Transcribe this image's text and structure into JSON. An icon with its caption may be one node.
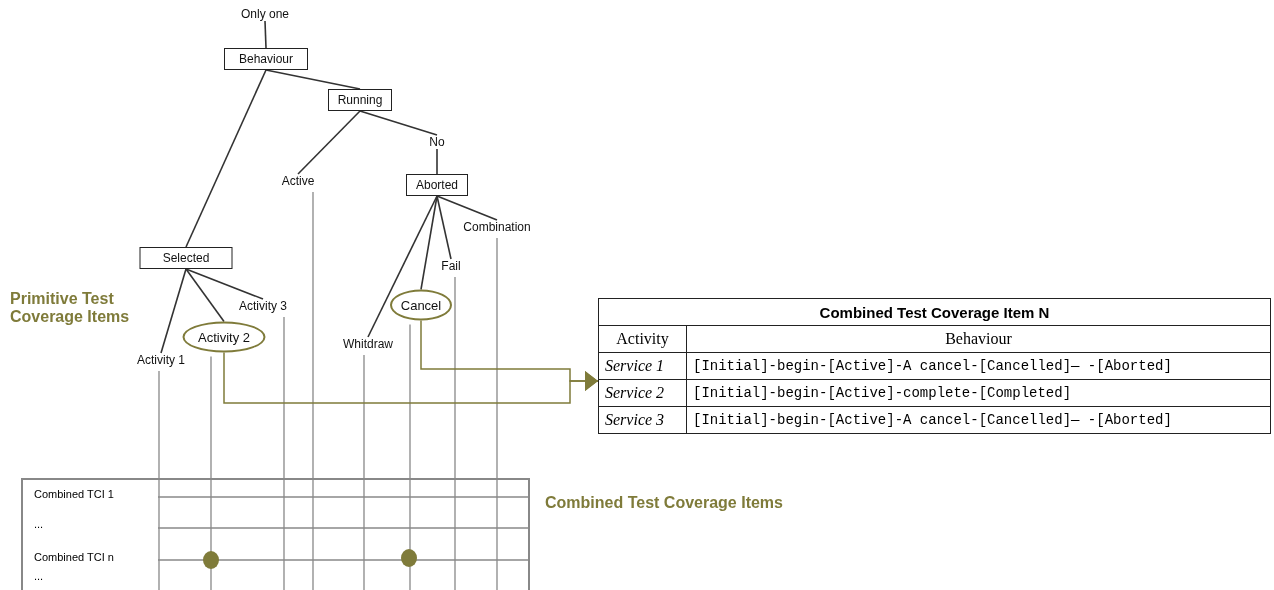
{
  "diagram": {
    "nodes": [
      {
        "text": [
          "Only one"
        ]
      },
      {
        "text": [
          "Behaviour"
        ]
      },
      {
        "text": [
          "Running"
        ]
      },
      {
        "text": [
          "No"
        ]
      },
      {
        "text": [
          "Active"
        ]
      },
      {
        "text": [
          "Aborted"
        ]
      },
      {
        "text": [
          "Combination"
        ]
      },
      {
        "text": [
          "Selected"
        ]
      },
      {
        "text": [
          "Fail"
        ]
      },
      {
        "text": [
          "Activity 3"
        ]
      },
      {
        "text": [
          "Cancel"
        ]
      },
      {
        "text": [
          "Activity 2"
        ]
      },
      {
        "text": [
          "Whitdraw"
        ]
      },
      {
        "text": [
          "Activity 1"
        ]
      },
      {
        "text": [
          "Combined Test Coverage Item N"
        ]
      },
      {
        "text": [
          "Combined TCI 1",
          "...",
          "Combined TCI n",
          "..."
        ]
      }
    ],
    "edges": [
      {
        "from": 0,
        "to": 1,
        "arrow": "none"
      },
      {
        "from": 1,
        "to": 2,
        "arrow": "none"
      },
      {
        "from": 1,
        "to": 7,
        "arrow": "none"
      },
      {
        "from": 2,
        "to": 4,
        "arrow": "none"
      },
      {
        "from": 2,
        "to": 3,
        "arrow": "none"
      },
      {
        "from": 3,
        "to": 5,
        "arrow": "none"
      },
      {
        "from": 5,
        "to": 12,
        "arrow": "none"
      },
      {
        "from": 5,
        "to": 10,
        "arrow": "none"
      },
      {
        "from": 5,
        "to": 8,
        "arrow": "none"
      },
      {
        "from": 5,
        "to": 6,
        "arrow": "none"
      },
      {
        "from": 7,
        "to": 13,
        "arrow": "none"
      },
      {
        "from": 7,
        "to": 11,
        "arrow": "none"
      },
      {
        "from": 7,
        "to": 9,
        "arrow": "none"
      },
      {
        "from": 11,
        "to": 14,
        "arrow": "to",
        "color": "#7f7b3a"
      },
      {
        "from": 10,
        "to": 14,
        "arrow": "to",
        "color": "#7f7b3a"
      }
    ],
    "labels": [
      "Primitive Test Coverage Items",
      "Combined Test Coverage Items",
      "Activity",
      "Behaviour",
      "Service 1",
      "[Initial]-begin-[Active]-A cancel-[Cancelled]— -[Aborted]",
      "Service 2",
      "[Initial]-begin-[Active]-complete-[Completed]",
      "Service 3",
      "[Initial]-begin-[Active]-A cancel-[Cancelled]— -[Aborted]"
    ]
  }
}
